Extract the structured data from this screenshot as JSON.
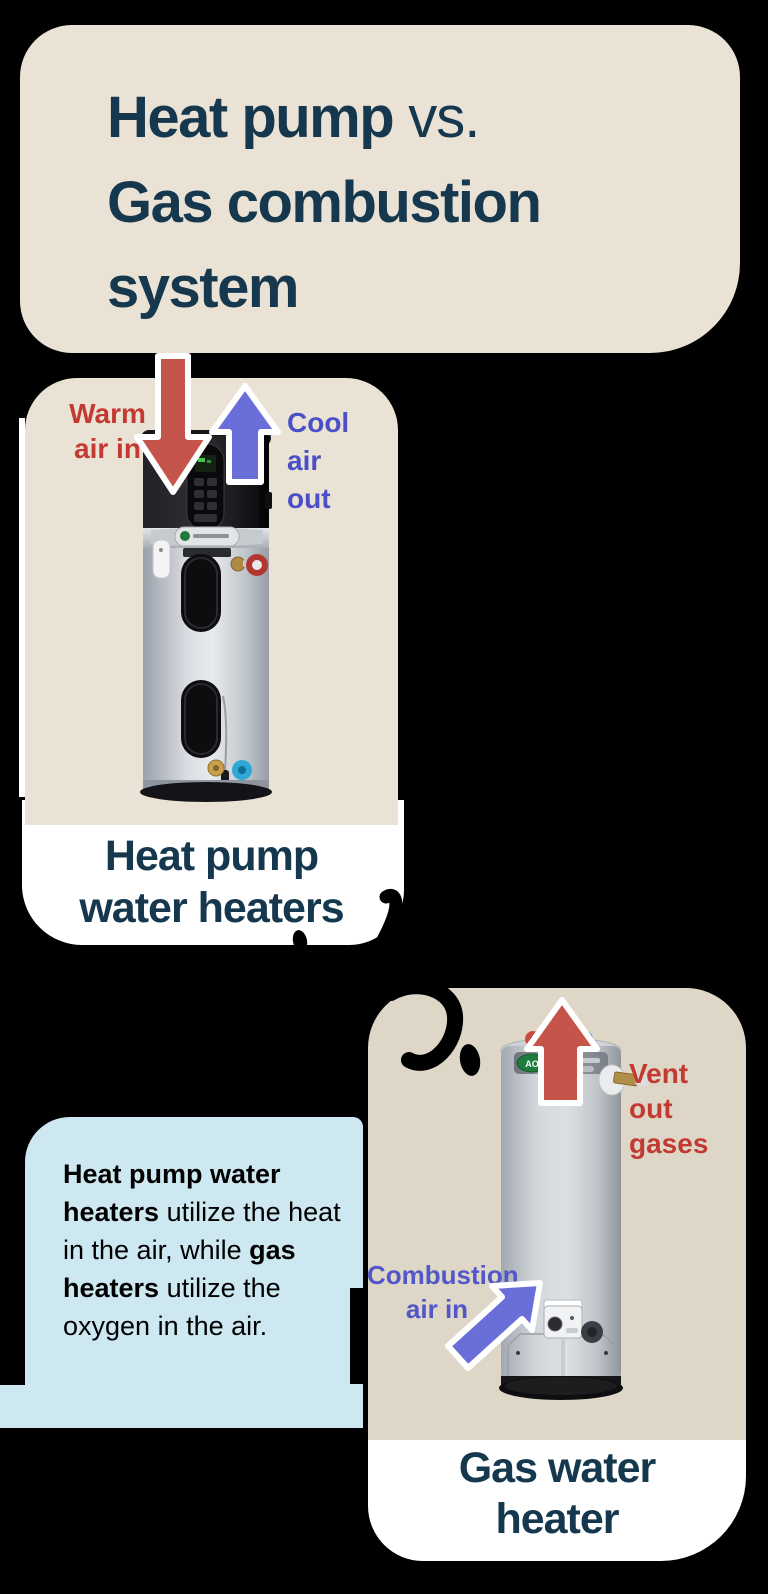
{
  "background_color": "#000000",
  "colors": {
    "card_beige": "#EAE2D4",
    "gas_card_beige": "#DED7C7",
    "heading_navy": "#16384E",
    "warm_red_text": "#C23A31",
    "red_arrow": "#C5544A",
    "cool_blue_text": "#4A4FC7",
    "combustion_blue_text": "#5156C9",
    "blue_arrow": "#6A6ED8",
    "info_card_blue": "#CEE8F2",
    "caption_panel_white": "#FFFFFF",
    "ink_doodle": "#000000"
  },
  "title": {
    "line1_bold": "Heat pump",
    "line1_rest": " vs.",
    "line2": "Gas combustion",
    "line3": "system"
  },
  "heat_pump_card": {
    "warm_label_line1": "Warm",
    "warm_label_line2": "air in",
    "cool_label_line1": "Cool",
    "cool_label_line2": "air",
    "cool_label_line3": "out",
    "caption_line1": "Heat pump",
    "caption_line2": "water heaters"
  },
  "info_card": {
    "seg1_bold": "Heat pump water heaters",
    "seg2": " utilize the heat in the air, while ",
    "seg3_bold": "gas heaters",
    "seg4": " utilize the oxygen in the air."
  },
  "gas_card": {
    "vent_label_line1": "Vent out",
    "vent_label_line2": "gases",
    "combustion_label_line1": "Combustion",
    "combustion_label_line2": "air in",
    "caption_line1": "Gas water",
    "caption_line2": "heater",
    "brand_logo_text": "AO"
  }
}
